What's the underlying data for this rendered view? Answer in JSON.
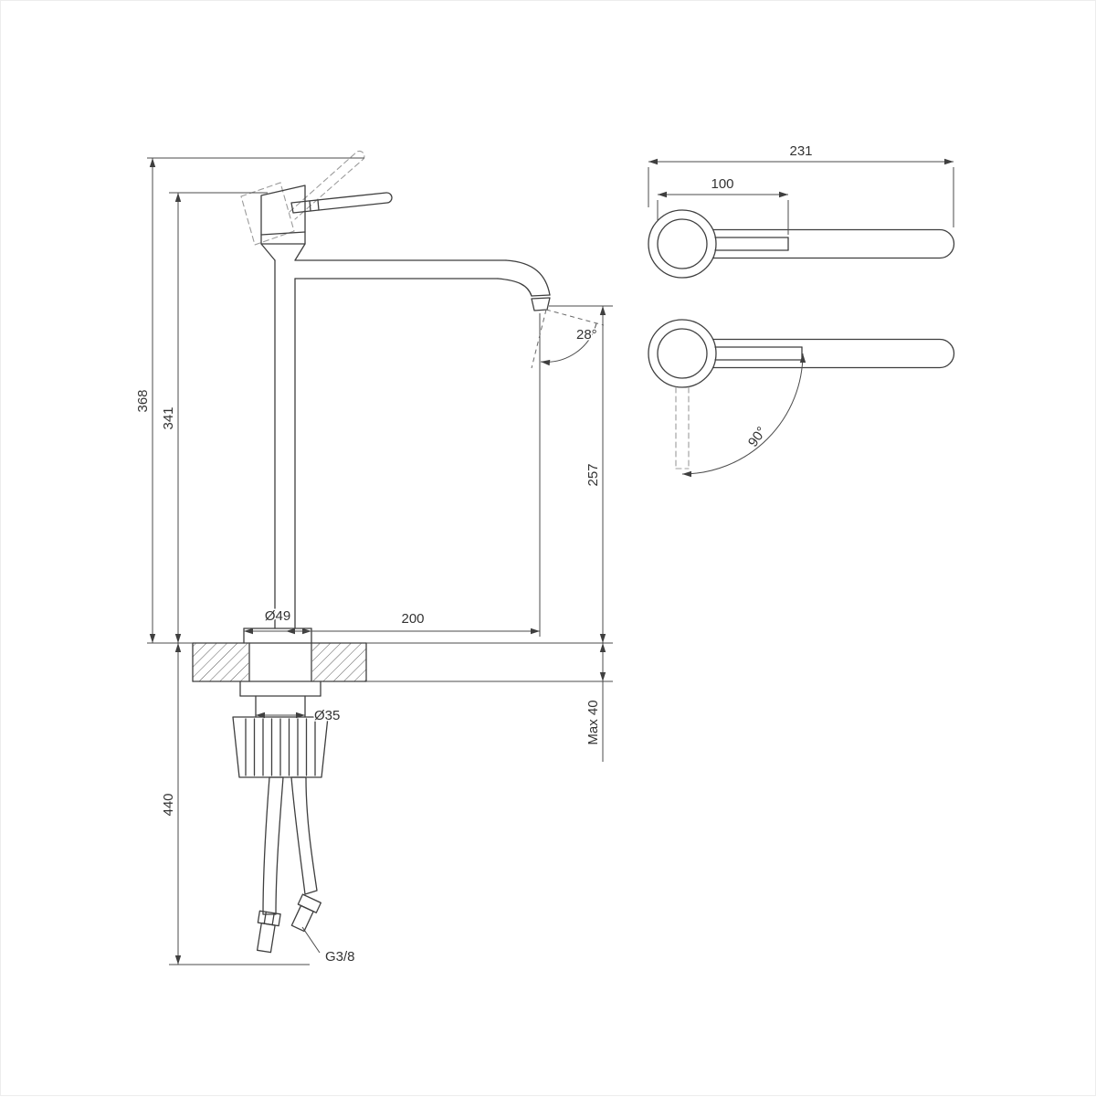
{
  "drawing": {
    "side_view": {
      "total_height": "368",
      "spout_top_height": "341",
      "under_counter_length": "440",
      "spout_outlet_height": "257",
      "spout_reach": "200",
      "base_diameter": "Ø49",
      "outlet_angle": "28°",
      "max_deck_thickness": "Max 40",
      "shank_diameter": "Ø35",
      "hose_connection": "G3/8"
    },
    "top_view": {
      "handle_length": "231",
      "handle_grip_length": "100",
      "handle_swing_angle": "90°"
    },
    "colors": {
      "object_line": "#3f3f3f",
      "dimension_line": "#4b4b4b",
      "phantom_line": "#9c9c9c",
      "label_text": "#333333",
      "background": "#ffffff"
    }
  }
}
